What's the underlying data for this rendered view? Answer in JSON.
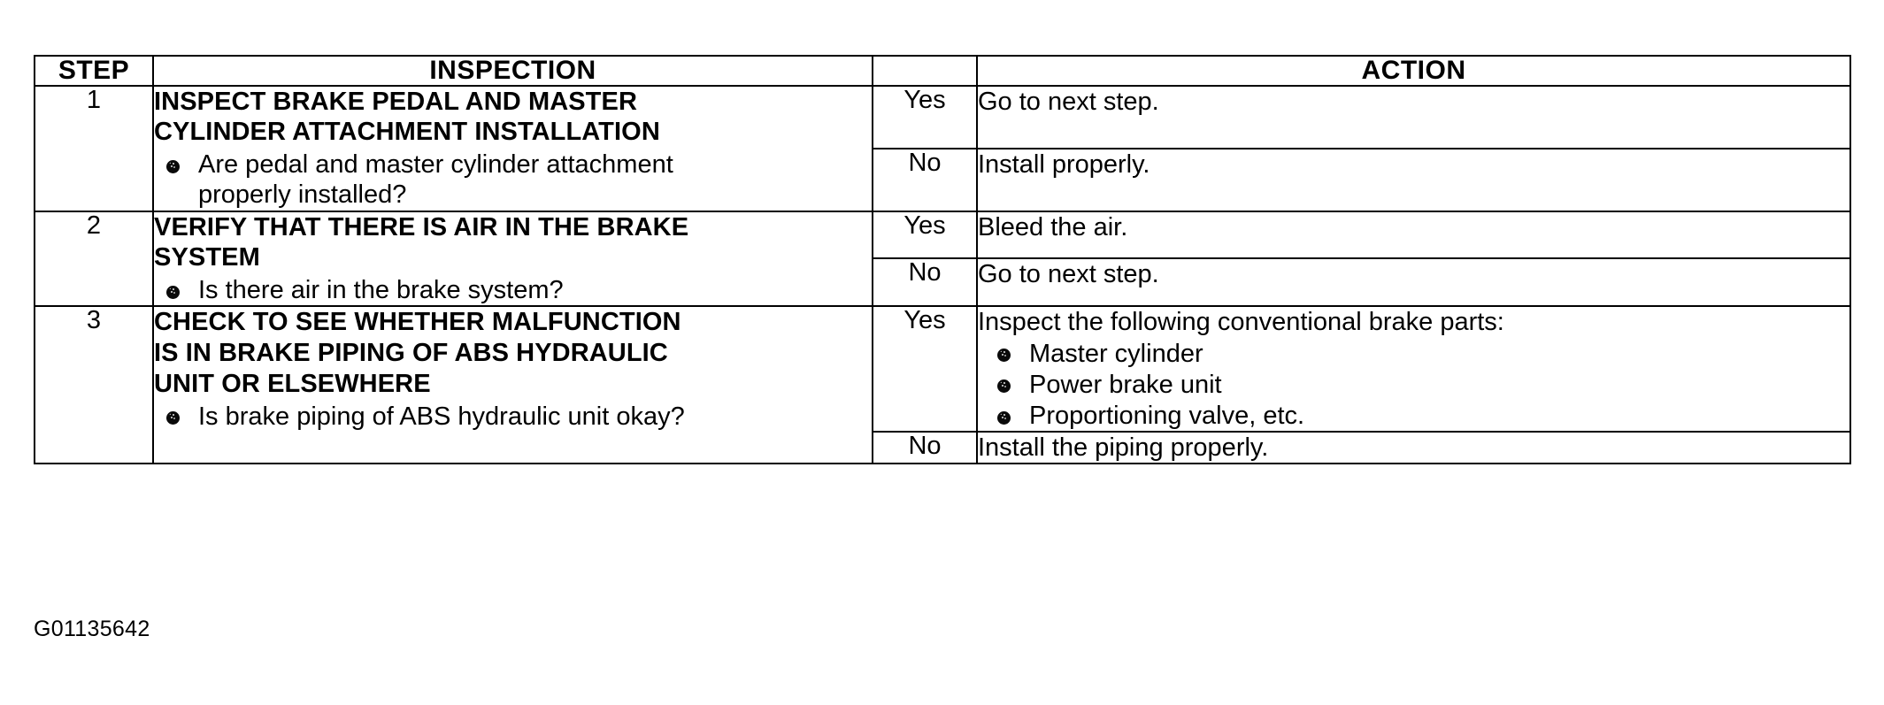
{
  "table": {
    "headers": {
      "step": "STEP",
      "inspection": "INSPECTION",
      "yesno": "",
      "action": "ACTION"
    },
    "rows": [
      {
        "step": "1",
        "inspection": {
          "title_lines": [
            "INSPECT BRAKE PEDAL AND MASTER",
            "CYLINDER ATTACHMENT INSTALLATION"
          ],
          "bullets": [
            {
              "lines": [
                "Are pedal and master cylinder attachment",
                "properly installed?"
              ]
            }
          ]
        },
        "outcomes": [
          {
            "label": "Yes",
            "action": {
              "lead": "Go to next step.",
              "bullets": []
            }
          },
          {
            "label": "No",
            "action": {
              "lead": "Install properly.",
              "bullets": []
            }
          }
        ]
      },
      {
        "step": "2",
        "inspection": {
          "title_lines": [
            "VERIFY THAT THERE IS AIR IN THE BRAKE",
            "SYSTEM"
          ],
          "bullets": [
            {
              "lines": [
                "Is there air in the brake system?"
              ]
            }
          ]
        },
        "outcomes": [
          {
            "label": "Yes",
            "action": {
              "lead": "Bleed the air.",
              "bullets": []
            }
          },
          {
            "label": "No",
            "action": {
              "lead": "Go to next step.",
              "bullets": []
            }
          }
        ]
      },
      {
        "step": "3",
        "inspection": {
          "title_lines": [
            "CHECK TO SEE WHETHER MALFUNCTION",
            "IS IN BRAKE PIPING OF ABS HYDRAULIC",
            "UNIT OR ELSEWHERE"
          ],
          "bullets": [
            {
              "lines": [
                "Is brake piping of ABS hydraulic unit okay?"
              ]
            }
          ]
        },
        "outcomes": [
          {
            "label": "Yes",
            "action": {
              "lead": "Inspect the following conventional brake parts:",
              "bullets": [
                {
                  "lines": [
                    "Master cylinder"
                  ]
                },
                {
                  "lines": [
                    "Power brake unit"
                  ]
                },
                {
                  "lines": [
                    "Proportioning valve, etc."
                  ]
                }
              ]
            }
          },
          {
            "label": "No",
            "action": {
              "lead": "Install the piping properly.",
              "bullets": []
            }
          }
        ]
      }
    ]
  },
  "figure_id": "G01135642",
  "colors": {
    "text": "#000000",
    "background": "#ffffff",
    "border": "#000000"
  }
}
